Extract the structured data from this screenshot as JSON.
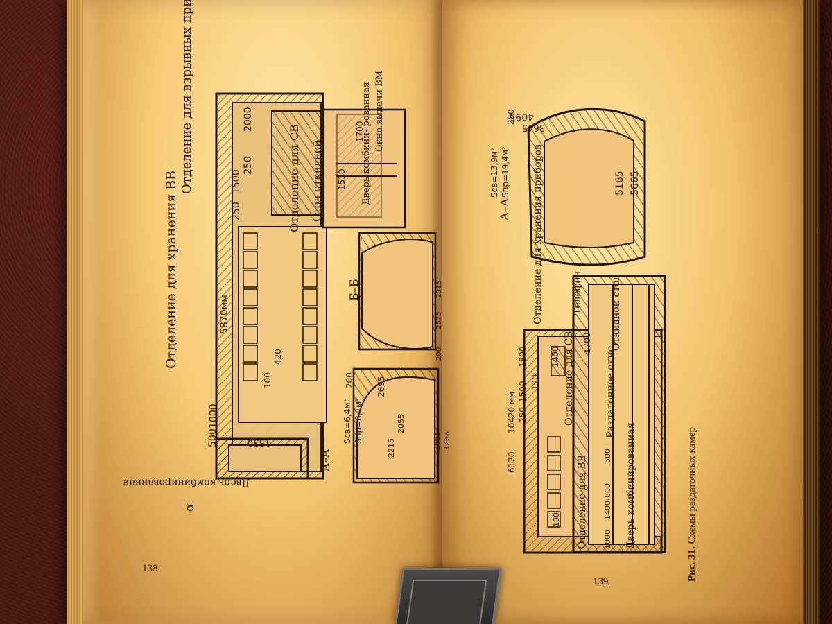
{
  "left_page": {
    "page_number": "138",
    "labels": {
      "store_title": "Отделение для хранения ВВ",
      "device_title": "Отделение для взрывных приборов, проводов и т.д.",
      "sv_compartment": "Отделение для СВ",
      "fold_table": "Стол откидной",
      "window": "Окно выдачи ВМ",
      "combined_door_upper": "Дверь комбини- рованная",
      "combined_door_lower": "Дверь комбинированная",
      "marker_a": "α",
      "section_aa": "А–А",
      "section_bb": "Б–Б",
      "area_sv": "Sсв=6,4м²",
      "area_pr": "Sпр=8,1м²"
    },
    "dimensions": [
      "2000",
      "250",
      "1500",
      "250",
      "5870мм",
      "1000",
      "500",
      "1530",
      "100",
      "420",
      "1700",
      "1530",
      "200",
      "2695",
      "2055",
      "2215",
      "2665",
      "3265",
      "2575",
      "2015",
      "200"
    ]
  },
  "right_page": {
    "page_number": "139",
    "labels": {
      "section_aa": "А–А",
      "device_store": "Отделение для хранения приборов",
      "telephone": "Телефон",
      "folding_table": "Откидной стол",
      "issue_window": "Раздаточное окно",
      "sv_compartment": "Отделение для СВ",
      "vv_compartment": "Отделение для ВВ",
      "combined_door": "Дверь комбинированная",
      "area_sv": "Sсв=13,9м²",
      "area_pr": "Sпр=19,4м²"
    },
    "dimensions": [
      "4095",
      "3645",
      "250",
      "5165",
      "5665",
      "1800",
      "1400",
      "1700",
      "10420 мм",
      "250",
      "1500",
      "120",
      "6120",
      "500",
      "1400-800",
      "1000",
      "100"
    ],
    "caption_prefix": "Рис. 31.",
    "caption_text": "Схемы раздаточных камер"
  }
}
